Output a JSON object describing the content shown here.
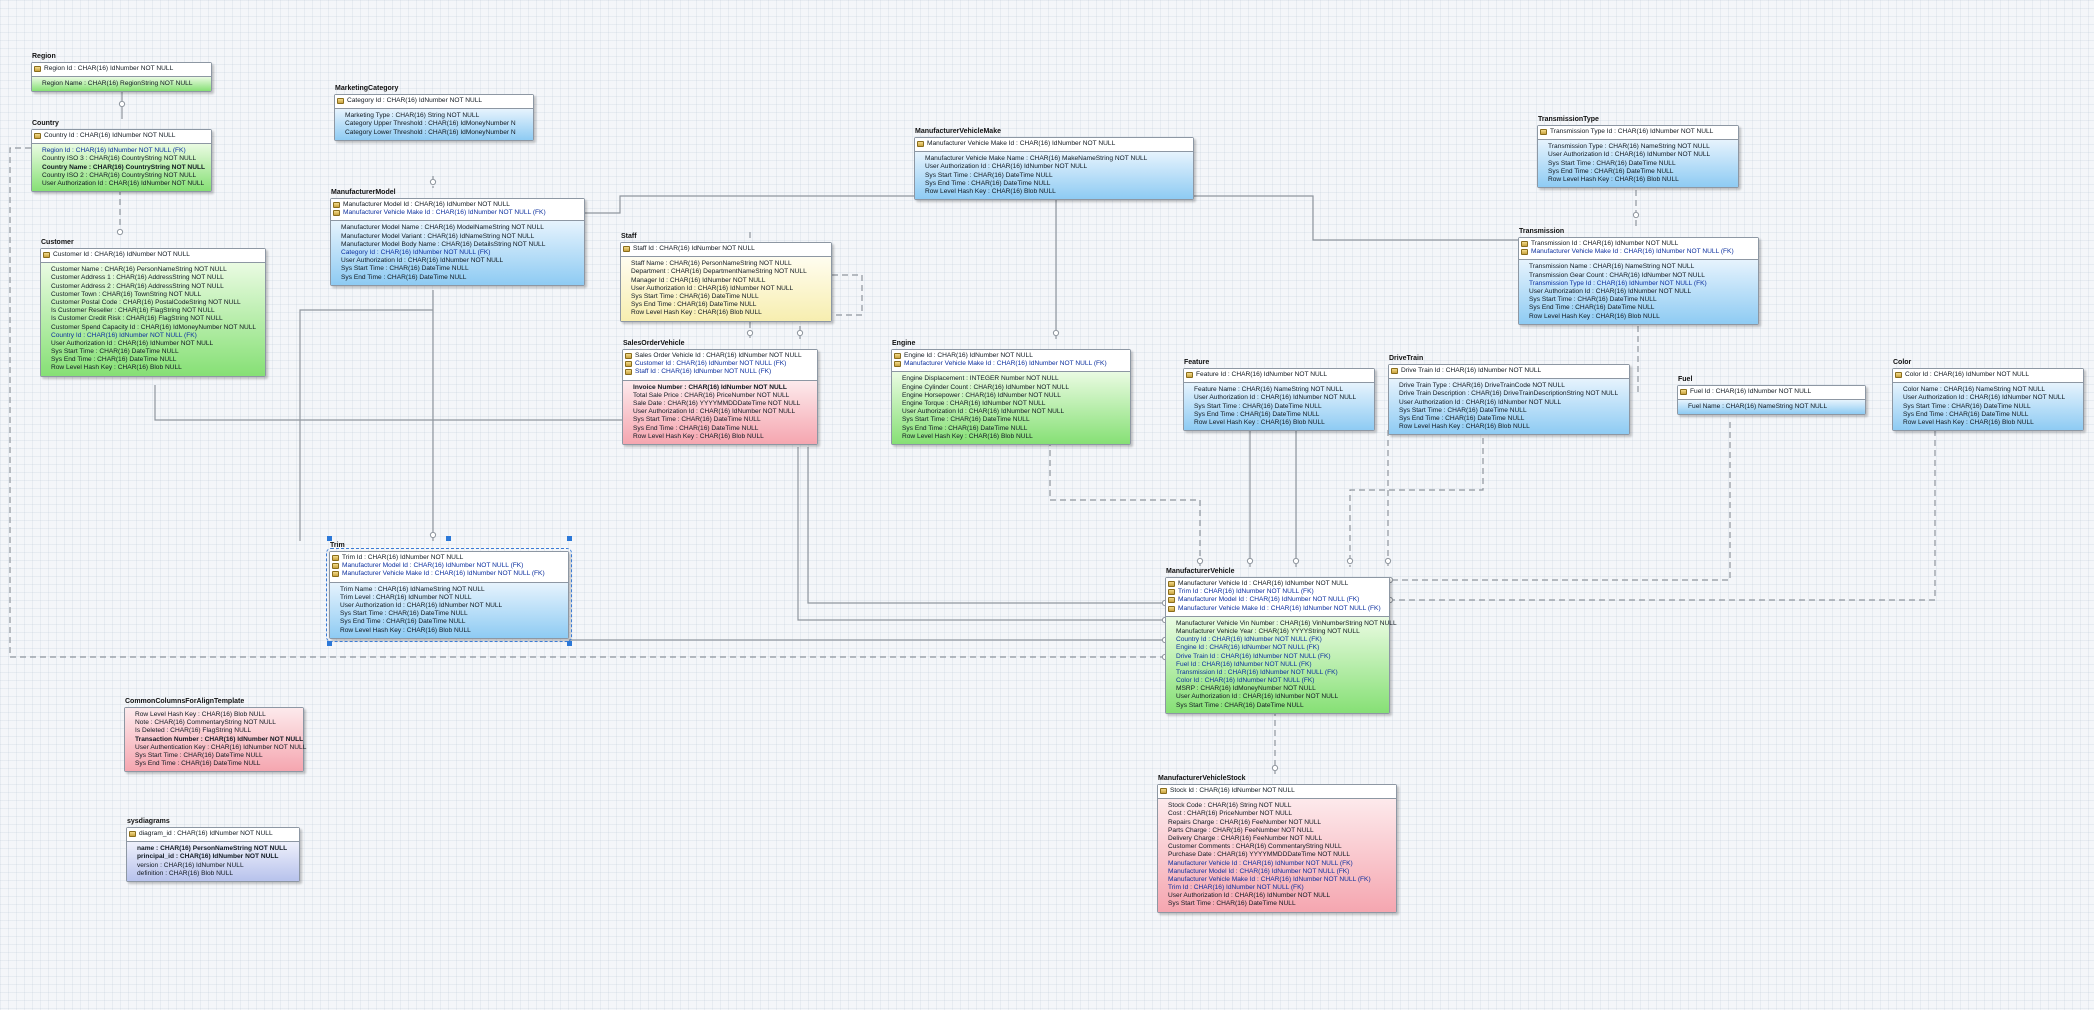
{
  "diagram": {
    "entities": [
      {
        "id": "region",
        "title": "Region",
        "color": "green",
        "pk": [
          "Region Id : CHAR(16) IdNumber NOT NULL"
        ],
        "attrs": [
          {
            "t": "Region Name : CHAR(16) RegionString NOT NULL"
          }
        ]
      },
      {
        "id": "country",
        "title": "Country",
        "color": "green",
        "pk": [
          "Country Id : CHAR(16) IdNumber NOT NULL"
        ],
        "attrs": [
          {
            "t": "Region Id : CHAR(16) IdNumber NOT NULL (FK)",
            "fk": true
          },
          {
            "t": "Country ISO 3 : CHAR(16) CountryString NOT NULL"
          },
          {
            "t": "Country Name : CHAR(16) CountryString NOT NULL",
            "bold": true
          },
          {
            "t": "Country ISO 2 : CHAR(16) CountryString NOT NULL"
          },
          {
            "t": "User Authorization Id : CHAR(16) IdNumber NOT NULL"
          }
        ]
      },
      {
        "id": "customer",
        "title": "Customer",
        "color": "green",
        "pk": [
          "Customer Id : CHAR(16) IdNumber NOT NULL"
        ],
        "attrs": [
          {
            "t": "Customer Name : CHAR(16) PersonNameString NOT NULL"
          },
          {
            "t": "Customer Address 1 : CHAR(16) AddressString NOT NULL"
          },
          {
            "t": "Customer Address 2 : CHAR(16) AddressString NOT NULL"
          },
          {
            "t": "Customer Town : CHAR(16) TownString NOT NULL"
          },
          {
            "t": "Customer Postal Code : CHAR(16) PostalCodeString NOT NULL"
          },
          {
            "t": "Is Customer Reseller : CHAR(16) FlagString NOT NULL"
          },
          {
            "t": "Is Customer Credit Risk : CHAR(16) FlagString NOT NULL"
          },
          {
            "t": "Customer Spend Capacity Id : CHAR(16) IdMoneyNumber NOT NULL"
          },
          {
            "t": "Country Id : CHAR(16) IdNumber NOT NULL (FK)",
            "fk": true
          },
          {
            "t": "User Authorization Id : CHAR(16) IdNumber NOT NULL"
          },
          {
            "t": "Sys Start Time : CHAR(16) DateTime NULL"
          },
          {
            "t": "Sys End Time : CHAR(16) DateTime NULL"
          },
          {
            "t": "Row Level Hash Key : CHAR(16) Blob NULL"
          }
        ]
      },
      {
        "id": "marketing",
        "title": "MarketingCategory",
        "color": "blue",
        "pk": [
          "Category Id : CHAR(16) IdNumber NOT NULL"
        ],
        "attrs": [
          {
            "t": "Marketing Type : CHAR(16) String NOT NULL"
          },
          {
            "t": "Category Upper Threshold : CHAR(16) IdMoneyNumber N"
          },
          {
            "t": "Category Lower Threshold : CHAR(16) IdMoneyNumber N"
          }
        ]
      },
      {
        "id": "model",
        "title": "ManufacturerModel",
        "color": "blue",
        "pk": [
          "Manufacturer Model Id : CHAR(16) IdNumber NOT NULL",
          "Manufacturer Vehicle Make Id : CHAR(16) IdNumber NOT NULL (FK)"
        ],
        "attrs": [
          {
            "t": "Manufacturer Model Name : CHAR(16) ModelNameString NOT NULL"
          },
          {
            "t": "Manufacturer Model Variant : CHAR(16) IdNameString NOT NULL"
          },
          {
            "t": "Manufacturer Model Body Name : CHAR(16) DetailsString NOT NULL"
          },
          {
            "t": "Category Id : CHAR(16) IdNumber NOT NULL (FK)",
            "fk": true
          },
          {
            "t": "User Authorization Id : CHAR(16) IdNumber NOT NULL"
          },
          {
            "t": "Sys Start Time : CHAR(16) DateTime NULL"
          },
          {
            "t": "Sys End Time : CHAR(16) DateTime NULL"
          }
        ]
      },
      {
        "id": "staff",
        "title": "Staff",
        "color": "yellow",
        "pk": [
          "Staff Id : CHAR(16) IdNumber NOT NULL"
        ],
        "attrs": [
          {
            "t": "Staff Name : CHAR(16) PersonNameString NOT NULL"
          },
          {
            "t": "Department : CHAR(16) DepartmentNameString NOT NULL"
          },
          {
            "t": "Manager Id : CHAR(16) IdNumber NOT NULL"
          },
          {
            "t": "User Authorization Id : CHAR(16) IdNumber NOT NULL"
          },
          {
            "t": "Sys Start Time : CHAR(16) DateTime NULL"
          },
          {
            "t": "Sys End Time : CHAR(16) DateTime NULL"
          },
          {
            "t": "Row Level Hash Key : CHAR(16) Blob NULL"
          }
        ]
      },
      {
        "id": "make",
        "title": "ManufacturerVehicleMake",
        "color": "blue",
        "pk": [
          "Manufacturer Vehicle Make Id : CHAR(16) IdNumber NOT NULL"
        ],
        "attrs": [
          {
            "t": "Manufacturer Vehicle Make Name : CHAR(16) MakeNameString NOT NULL"
          },
          {
            "t": "User Authorization Id : CHAR(16) IdNumber NOT NULL"
          },
          {
            "t": "Sys Start Time : CHAR(16) DateTime NULL"
          },
          {
            "t": "Sys End Time : CHAR(16) DateTime NULL"
          },
          {
            "t": "Row Level Hash Key : CHAR(16) Blob NULL"
          }
        ]
      },
      {
        "id": "ttype",
        "title": "TransmissionType",
        "color": "blue",
        "pk": [
          "Transmission Type Id : CHAR(16) IdNumber NOT NULL"
        ],
        "attrs": [
          {
            "t": "Transmission Type : CHAR(16) NameString NOT NULL"
          },
          {
            "t": "User Authorization Id : CHAR(16) IdNumber NOT NULL"
          },
          {
            "t": "Sys Start Time : CHAR(16) DateTime NULL"
          },
          {
            "t": "Sys End Time : CHAR(16) DateTime NULL"
          },
          {
            "t": "Row Level Hash Key : CHAR(16) Blob NULL"
          }
        ]
      },
      {
        "id": "transmission",
        "title": "Transmission",
        "color": "blue",
        "pk": [
          "Transmission Id : CHAR(16) IdNumber NOT NULL",
          "Manufacturer Vehicle Make Id : CHAR(16) IdNumber NOT NULL (FK)"
        ],
        "attrs": [
          {
            "t": "Transmission Name : CHAR(16) NameString NOT NULL"
          },
          {
            "t": "Transmission Gear Count : CHAR(16) IdNumber NOT NULL"
          },
          {
            "t": "Transmission Type Id : CHAR(16) IdNumber NOT NULL (FK)",
            "fk": true
          },
          {
            "t": "User Authorization Id : CHAR(16) IdNumber NOT NULL"
          },
          {
            "t": "Sys Start Time : CHAR(16) DateTime NULL"
          },
          {
            "t": "Sys End Time : CHAR(16) DateTime NULL"
          },
          {
            "t": "Row Level Hash Key : CHAR(16) Blob NULL"
          }
        ]
      },
      {
        "id": "sales",
        "title": "SalesOrderVehicle",
        "color": "red",
        "pk": [
          "Sales Order Vehicle Id : CHAR(16) IdNumber NOT NULL",
          "Customer Id : CHAR(16) IdNumber NOT NULL (FK)",
          "Staff Id : CHAR(16) IdNumber NOT NULL (FK)"
        ],
        "attrs": [
          {
            "t": "Invoice Number : CHAR(16) IdNumber NOT NULL",
            "bold": true
          },
          {
            "t": "Total Sale Price : CHAR(16) PriceNumber NOT NULL"
          },
          {
            "t": "Sale Date : CHAR(16) YYYYMMDDDateTime NOT NULL"
          },
          {
            "t": "User Authorization Id : CHAR(16) IdNumber NOT NULL"
          },
          {
            "t": "Sys Start Time : CHAR(16) DateTime NULL"
          },
          {
            "t": "Sys End Time : CHAR(16) DateTime NULL"
          },
          {
            "t": "Row Level Hash Key : CHAR(16) Blob NULL"
          }
        ]
      },
      {
        "id": "engine",
        "title": "Engine",
        "color": "green",
        "pk": [
          "Engine Id : CHAR(16) IdNumber NOT NULL",
          "Manufacturer Vehicle Make Id : CHAR(16) IdNumber NOT NULL (FK)"
        ],
        "attrs": [
          {
            "t": "Engine Displacement : INTEGER Number NOT NULL"
          },
          {
            "t": "Engine Cylinder Count : CHAR(16) IdNumber NOT NULL"
          },
          {
            "t": "Engine Horsepower : CHAR(16) IdNumber NOT NULL"
          },
          {
            "t": "Engine Torque : CHAR(16) IdNumber NOT NULL"
          },
          {
            "t": "User Authorization Id : CHAR(16) IdNumber NOT NULL"
          },
          {
            "t": "Sys Start Time : CHAR(16) DateTime NULL"
          },
          {
            "t": "Sys End Time : CHAR(16) DateTime NULL"
          },
          {
            "t": "Row Level Hash Key : CHAR(16) Blob NULL"
          }
        ]
      },
      {
        "id": "feature",
        "title": "Feature",
        "color": "blue",
        "pk": [
          "Feature Id : CHAR(16) IdNumber NOT NULL"
        ],
        "attrs": [
          {
            "t": "Feature Name : CHAR(16) NameString NOT NULL"
          },
          {
            "t": "User Authorization Id : CHAR(16) IdNumber NOT NULL"
          },
          {
            "t": "Sys Start Time : CHAR(16) DateTime NULL"
          },
          {
            "t": "Sys End Time : CHAR(16) DateTime NULL"
          },
          {
            "t": "Row Level Hash Key : CHAR(16) Blob NULL"
          }
        ]
      },
      {
        "id": "drivetrain",
        "title": "DriveTrain",
        "color": "blue",
        "pk": [
          "Drive Train Id : CHAR(16) IdNumber NOT NULL"
        ],
        "attrs": [
          {
            "t": "Drive Train Type : CHAR(16) DriveTrainCode NOT NULL"
          },
          {
            "t": "Drive Train Description : CHAR(16) DriveTrainDescriptionString NOT NULL"
          },
          {
            "t": "User Authorization Id : CHAR(16) IdNumber NOT NULL"
          },
          {
            "t": "Sys Start Time : CHAR(16) DateTime NULL"
          },
          {
            "t": "Sys End Time : CHAR(16) DateTime NULL"
          },
          {
            "t": "Row Level Hash Key : CHAR(16) Blob NULL"
          }
        ]
      },
      {
        "id": "fuel",
        "title": "Fuel",
        "color": "blue",
        "pk": [
          "Fuel Id : CHAR(16) IdNumber NOT NULL"
        ],
        "attrs": [
          {
            "t": "Fuel Name : CHAR(16) NameString NOT NULL"
          }
        ]
      },
      {
        "id": "color",
        "title": "Color",
        "color": "blue",
        "pk": [
          "Color Id : CHAR(16) IdNumber NOT NULL"
        ],
        "attrs": [
          {
            "t": "Color Name : CHAR(16) NameString NOT NULL"
          },
          {
            "t": "User Authorization Id : CHAR(16) IdNumber NOT NULL"
          },
          {
            "t": "Sys Start Time : CHAR(16) DateTime NULL"
          },
          {
            "t": "Sys End Time : CHAR(16) DateTime NULL"
          },
          {
            "t": "Row Level Hash Key : CHAR(16) Blob NULL"
          }
        ]
      },
      {
        "id": "trim",
        "title": "Trim",
        "color": "blue",
        "selected": true,
        "pk": [
          "Trim Id : CHAR(16) IdNumber NOT NULL",
          "Manufacturer Model Id : CHAR(16) IdNumber NOT NULL (FK)",
          "Manufacturer Vehicle Make Id : CHAR(16) IdNumber NOT NULL (FK)"
        ],
        "attrs": [
          {
            "t": "Trim Name : CHAR(16) IdNameString NOT NULL"
          },
          {
            "t": "Trim Level : CHAR(16) IdNumber NOT NULL"
          },
          {
            "t": "User Authorization Id : CHAR(16) IdNumber NOT NULL"
          },
          {
            "t": "Sys Start Time : CHAR(16) DateTime NULL"
          },
          {
            "t": "Sys End Time : CHAR(16) DateTime NULL"
          },
          {
            "t": "Row Level Hash Key : CHAR(16) Blob NULL"
          }
        ]
      },
      {
        "id": "vehicle",
        "title": "ManufacturerVehicle",
        "color": "green",
        "pk": [
          "Manufacturer Vehicle Id : CHAR(16) IdNumber NOT NULL",
          "Trim Id : CHAR(16) IdNumber NOT NULL (FK)",
          "Manufacturer Model Id : CHAR(16) IdNumber NOT NULL (FK)",
          "Manufacturer Vehicle Make Id : CHAR(16) IdNumber NOT NULL (FK)"
        ],
        "attrs": [
          {
            "t": "Manufacturer Vehicle Vin Number : CHAR(16) VinNumberString NOT NULL"
          },
          {
            "t": "Manufacturer Vehicle Year : CHAR(16) YYYYString NOT NULL"
          },
          {
            "t": "Country Id : CHAR(16) IdNumber NOT NULL (FK)",
            "fk": true
          },
          {
            "t": "Engine Id : CHAR(16) IdNumber NOT NULL (FK)",
            "fk": true
          },
          {
            "t": "Drive Train Id : CHAR(16) IdNumber NOT NULL (FK)",
            "fk": true
          },
          {
            "t": "Fuel Id : CHAR(16) IdNumber NOT NULL (FK)",
            "fk": true
          },
          {
            "t": "Transmission Id : CHAR(16) IdNumber NOT NULL (FK)",
            "fk": true
          },
          {
            "t": "Color Id : CHAR(16) IdNumber NOT NULL (FK)",
            "fk": true
          },
          {
            "t": "MSRP : CHAR(16) IdMoneyNumber NOT NULL"
          },
          {
            "t": "User Authorization Id : CHAR(16) IdNumber NOT NULL"
          },
          {
            "t": "Sys Start Time : CHAR(16) DateTime NULL"
          }
        ]
      },
      {
        "id": "stock",
        "title": "ManufacturerVehicleStock",
        "color": "red",
        "pk": [
          "Stock Id : CHAR(16) IdNumber NOT NULL"
        ],
        "attrs": [
          {
            "t": "Stock Code : CHAR(16) String NOT NULL"
          },
          {
            "t": "Cost : CHAR(16) PriceNumber NOT NULL"
          },
          {
            "t": "Repairs Charge : CHAR(16) FeeNumber NOT NULL"
          },
          {
            "t": "Parts Charge : CHAR(16) FeeNumber NOT NULL"
          },
          {
            "t": "Delivery Charge : CHAR(16) FeeNumber NOT NULL"
          },
          {
            "t": "Customer Comments : CHAR(16) CommentaryString NULL"
          },
          {
            "t": "Purchase Date : CHAR(16) YYYYMMDDDateTime NOT NULL"
          },
          {
            "t": "Manufacturer Vehicle Id : CHAR(16) IdNumber NOT NULL (FK)",
            "fk": true
          },
          {
            "t": "Manufacturer Model Id : CHAR(16) IdNumber NOT NULL (FK)",
            "fk": true
          },
          {
            "t": "Manufacturer Vehicle Make Id : CHAR(16) IdNumber NOT NULL (FK)",
            "fk": true
          },
          {
            "t": "Trim Id : CHAR(16) IdNumber NOT NULL (FK)",
            "fk": true
          },
          {
            "t": "User Authorization Id : CHAR(16) IdNumber NOT NULL"
          },
          {
            "t": "Sys Start Time : CHAR(16) DateTime NULL"
          }
        ]
      },
      {
        "id": "common",
        "title": "CommonColumnsForAlignTemplate",
        "color": "red",
        "pk": [],
        "attrs": [
          {
            "t": "Row Level Hash Key : CHAR(16) Blob NULL"
          },
          {
            "t": "Note : CHAR(16) CommentaryString NOT NULL"
          },
          {
            "t": "Is Deleted : CHAR(16) FlagString NULL"
          },
          {
            "t": "Transaction Number : CHAR(16) IdNumber NOT NULL",
            "bold": true
          },
          {
            "t": "User Authentication Key : CHAR(16) IdNumber NOT NULL"
          },
          {
            "t": "Sys Start Time : CHAR(16) DateTime NULL"
          },
          {
            "t": "Sys End Time : CHAR(16) DateTime NULL"
          }
        ]
      },
      {
        "id": "sysdiagrams",
        "title": "sysdiagrams",
        "color": "lav",
        "pk": [
          "diagram_id : CHAR(16) IdNumber NOT NULL"
        ],
        "attrs": [
          {
            "t": "name : CHAR(16) PersonNameString NOT NULL",
            "bold": true
          },
          {
            "t": "principal_id : CHAR(16) IdNumber NOT NULL",
            "bold": true
          },
          {
            "t": "version : CHAR(16) IdNumber NULL"
          },
          {
            "t": "definition : CHAR(16) Blob NULL"
          }
        ]
      }
    ]
  }
}
